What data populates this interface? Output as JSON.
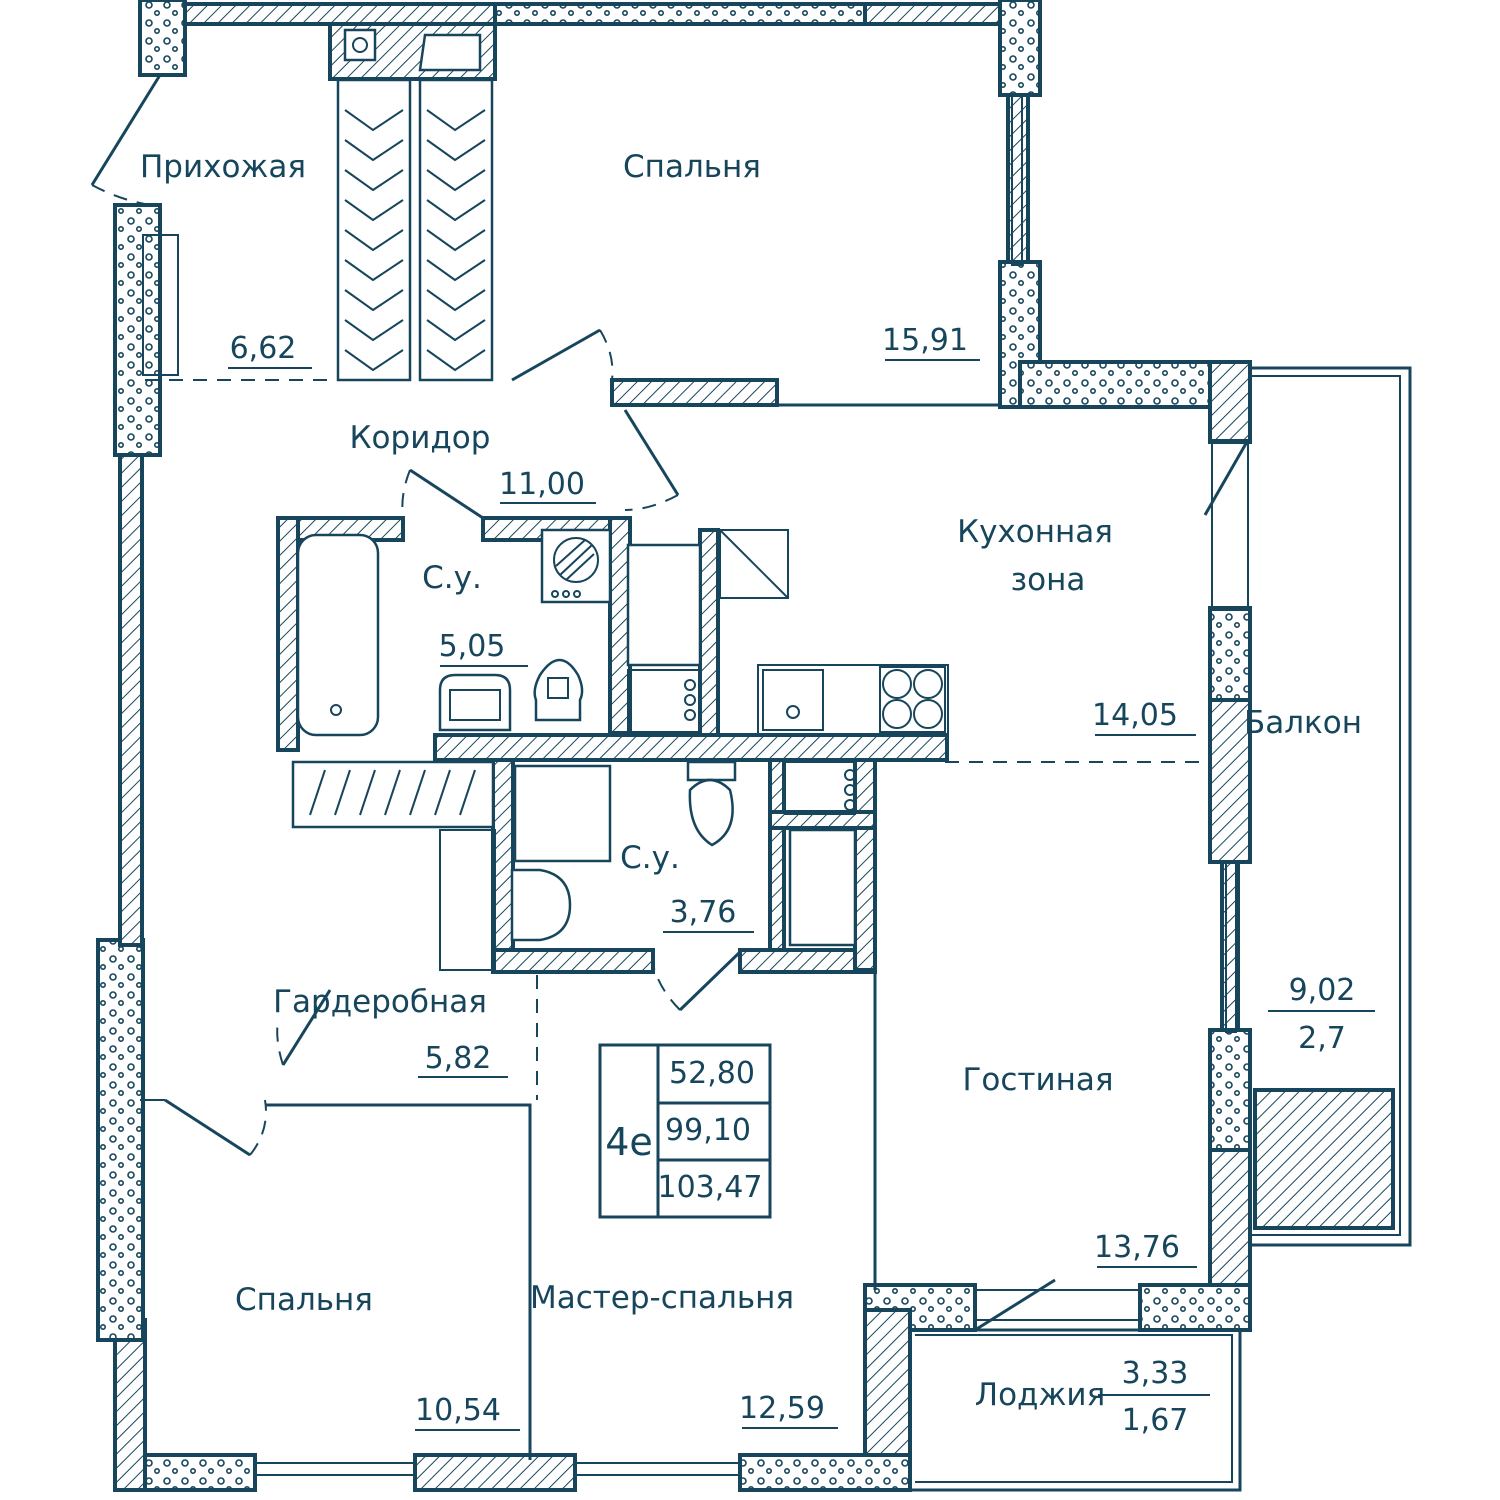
{
  "colors": {
    "line": "#17465c",
    "background": "#ffffff"
  },
  "rooms": {
    "hallway": {
      "name": "Прихожая",
      "area": "6,62"
    },
    "bedroom_top": {
      "name": "Спальня",
      "area": "15,91"
    },
    "corridor": {
      "name": "Коридор",
      "area": "11,00"
    },
    "kitchen": {
      "name_line1": "Кухонная",
      "name_line2": "зона",
      "area": "14,05"
    },
    "bath1": {
      "name": "С.у.",
      "area": "5,05"
    },
    "bath2": {
      "name": "С.у.",
      "area": "3,76"
    },
    "wardrobe": {
      "name": "Гардеробная",
      "area": "5,82"
    },
    "balcony": {
      "name": "Балкон",
      "area": "9,02",
      "area_reduced": "2,7"
    },
    "living": {
      "name": "Гостиная",
      "area": "13,76"
    },
    "bedroom_bottom": {
      "name": "Спальня",
      "area": "10,54"
    },
    "master": {
      "name": "Мастер-спальня",
      "area": "12,59"
    },
    "loggia": {
      "name": "Лоджия",
      "area": "3,33",
      "area_reduced": "1,67"
    }
  },
  "summary": {
    "type": "4е",
    "living_area": "52,80",
    "total_area": "99,10",
    "area_with_balconies": "103,47"
  }
}
